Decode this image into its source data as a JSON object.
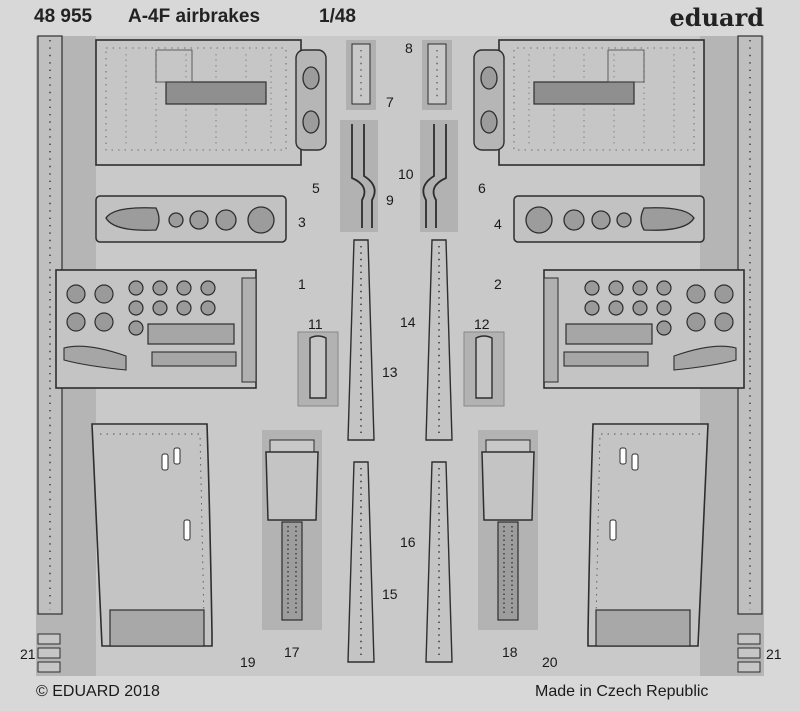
{
  "header": {
    "set_number": "48 955",
    "title": "A-4F airbrakes",
    "scale": "1/48",
    "brand": "eduard"
  },
  "part_numbers": {
    "p1": "1",
    "p2": "2",
    "p3": "3",
    "p4": "4",
    "p5": "5",
    "p6": "6",
    "p7": "7",
    "p8": "8",
    "p9": "9",
    "p10": "10",
    "p11": "11",
    "p12": "12",
    "p13": "13",
    "p14": "14",
    "p15": "15",
    "p16": "16",
    "p17": "17",
    "p18": "18",
    "p19": "19",
    "p20": "20",
    "p21a": "21",
    "p21b": "21"
  },
  "footer": {
    "copyright": "© EDUARD 2018",
    "origin": "Made in Czech Republic"
  },
  "colors": {
    "sheet": "#d8d8d8",
    "frame": "#b3b3b3",
    "part": "#c4c4c4",
    "outline": "#2e2e2e",
    "rivet": "#3a3a3a"
  }
}
